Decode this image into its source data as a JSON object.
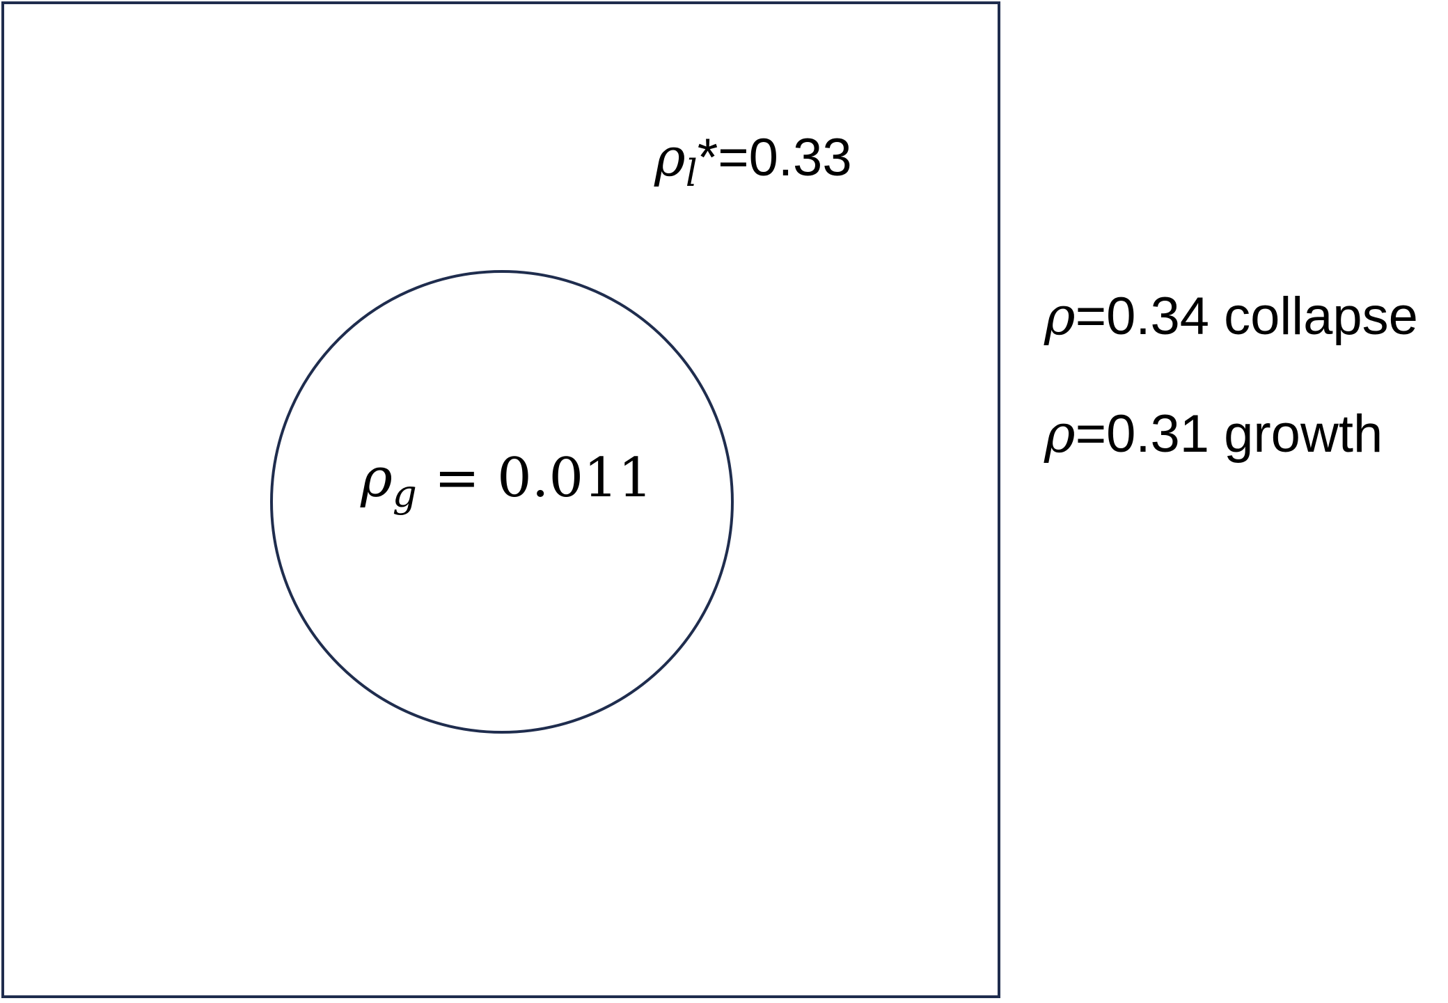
{
  "diagram": {
    "gas_bubble": {
      "symbol": "ρ",
      "subscript": "g",
      "operator": "=",
      "value": "0.011"
    },
    "liquid_threshold": {
      "symbol": "ρ",
      "subscript": "l",
      "text": "*=0.33"
    },
    "collapse_case": {
      "symbol": "ρ",
      "text": "=0.34 collapse"
    },
    "growth_case": {
      "symbol": "ρ",
      "text": "=0.31 growth"
    },
    "colors": {
      "outline": "#1f2d4e",
      "text": "#000000",
      "background": "#ffffff"
    }
  }
}
